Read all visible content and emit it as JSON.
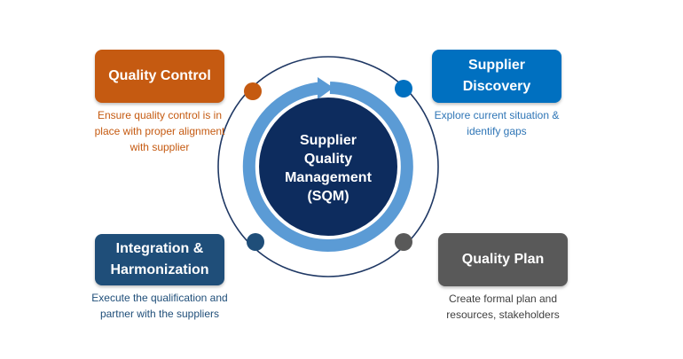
{
  "center": {
    "label": "Supplier\nQuality\nManagement\n(SQM)"
  },
  "stages": {
    "quality_control": {
      "title": "Quality Control",
      "description": "Ensure quality control is in\nplace with proper alignment\nwith supplier"
    },
    "supplier_discovery": {
      "title": "Supplier\nDiscovery",
      "description": "Explore current situation &\nidentify gaps"
    },
    "integration": {
      "title": "Integration &\nHarmonization",
      "description": "Execute the qualification and\npartner with the suppliers"
    },
    "quality_plan": {
      "title": "Quality Plan",
      "description": "Create formal plan and\nresources, stakeholders"
    }
  },
  "colors": {
    "quality_control": "#C55A11",
    "supplier_discovery": "#0070C0",
    "integration": "#1F4E79",
    "quality_plan": "#595959",
    "ring": "#5B9BD5",
    "core": "#0D2C5E",
    "outer_circle": "#1F3864"
  }
}
